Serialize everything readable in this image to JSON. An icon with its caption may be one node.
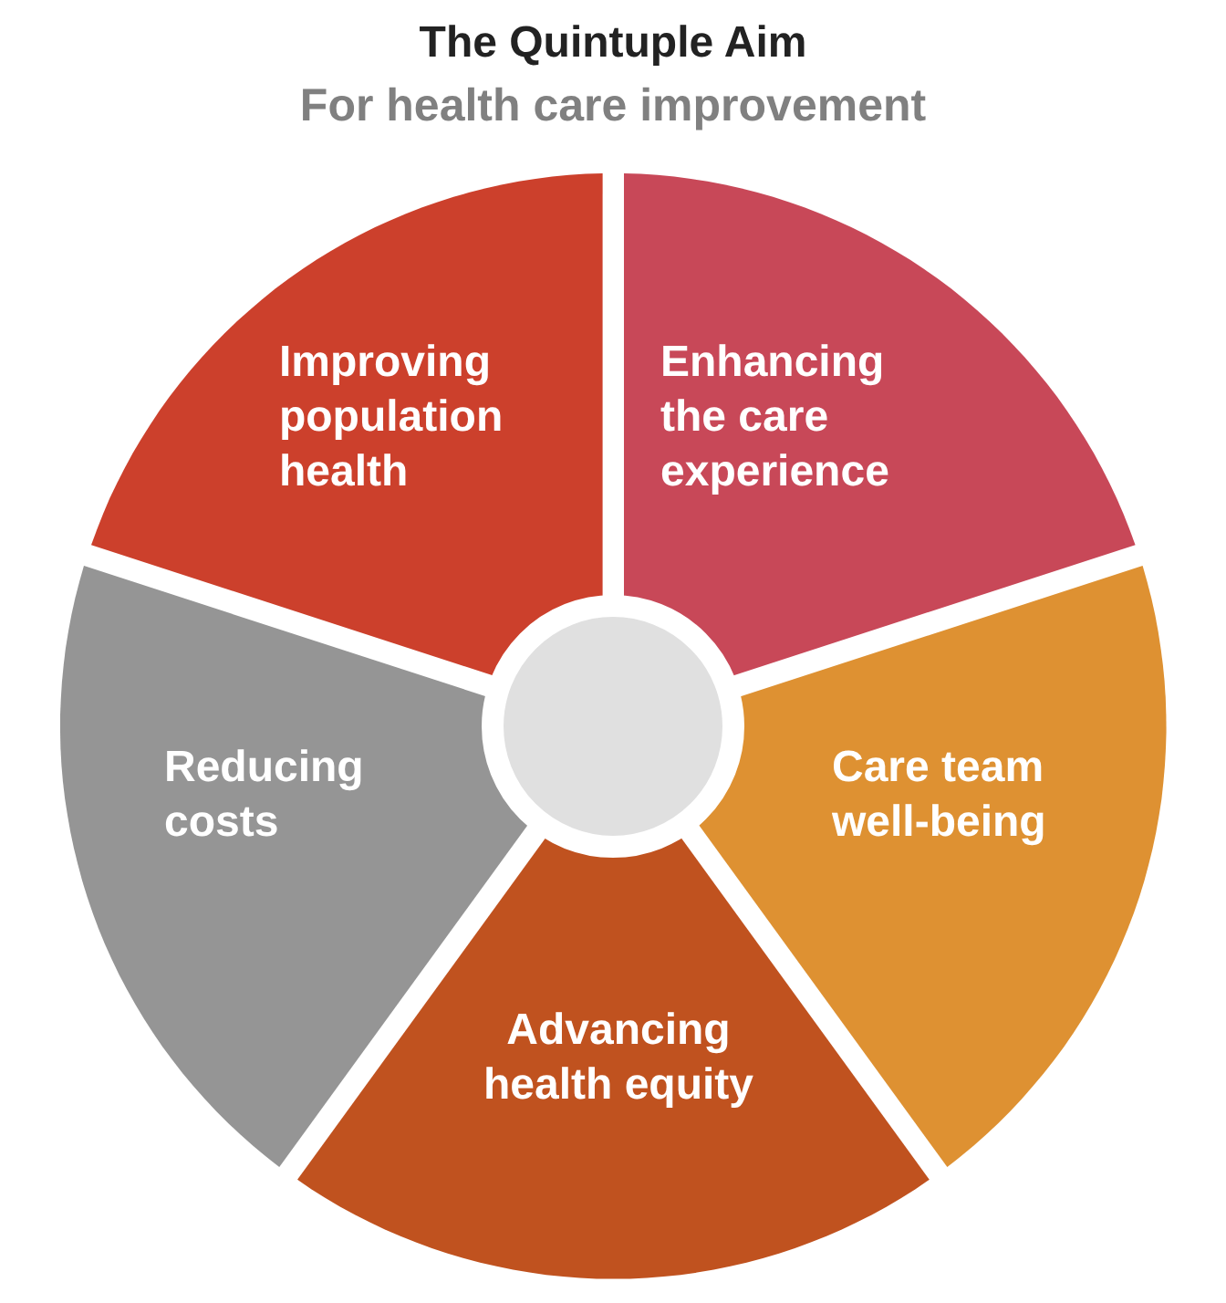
{
  "diagram": {
    "title": "The Quintuple Aim",
    "nodes": [
      {
        "text": [
          "Improving population health"
        ]
      },
      {
        "text": [
          "Enhancing the care experience"
        ]
      },
      {
        "text": [
          "Care team well-being"
        ]
      },
      {
        "text": [
          "Advancing health equity"
        ]
      },
      {
        "text": [
          "Reducing costs"
        ]
      },
      {
        "text": [],
        "shape": "circle"
      }
    ],
    "labels": [
      "For health care improvement"
    ]
  }
}
